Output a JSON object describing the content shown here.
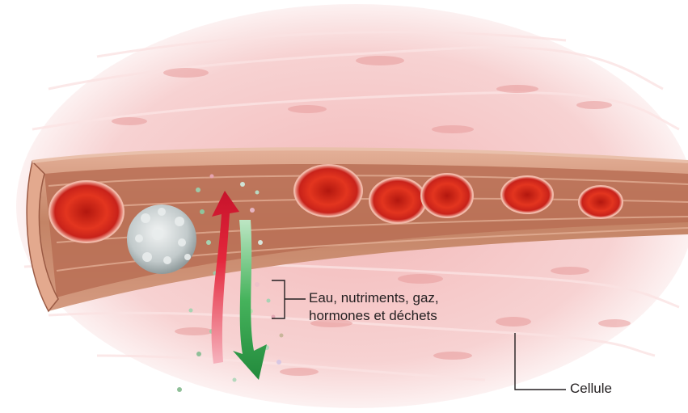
{
  "labels": {
    "exchange_line1": "Eau, nutriments, gaz,",
    "exchange_line2": "hormones et déchets",
    "cell": "Cellule"
  },
  "colors": {
    "tissue": "#f4c4c2",
    "tissue_dark": "#e79a9a",
    "vessel_wall": "#c98a6a",
    "vessel_inner": "#b8705a",
    "red_blood_cell": "#d42a1c",
    "white_blood_cell": "#c9cfcf",
    "arrow_red": "#e0243a",
    "arrow_green": "#2f9e4a"
  }
}
